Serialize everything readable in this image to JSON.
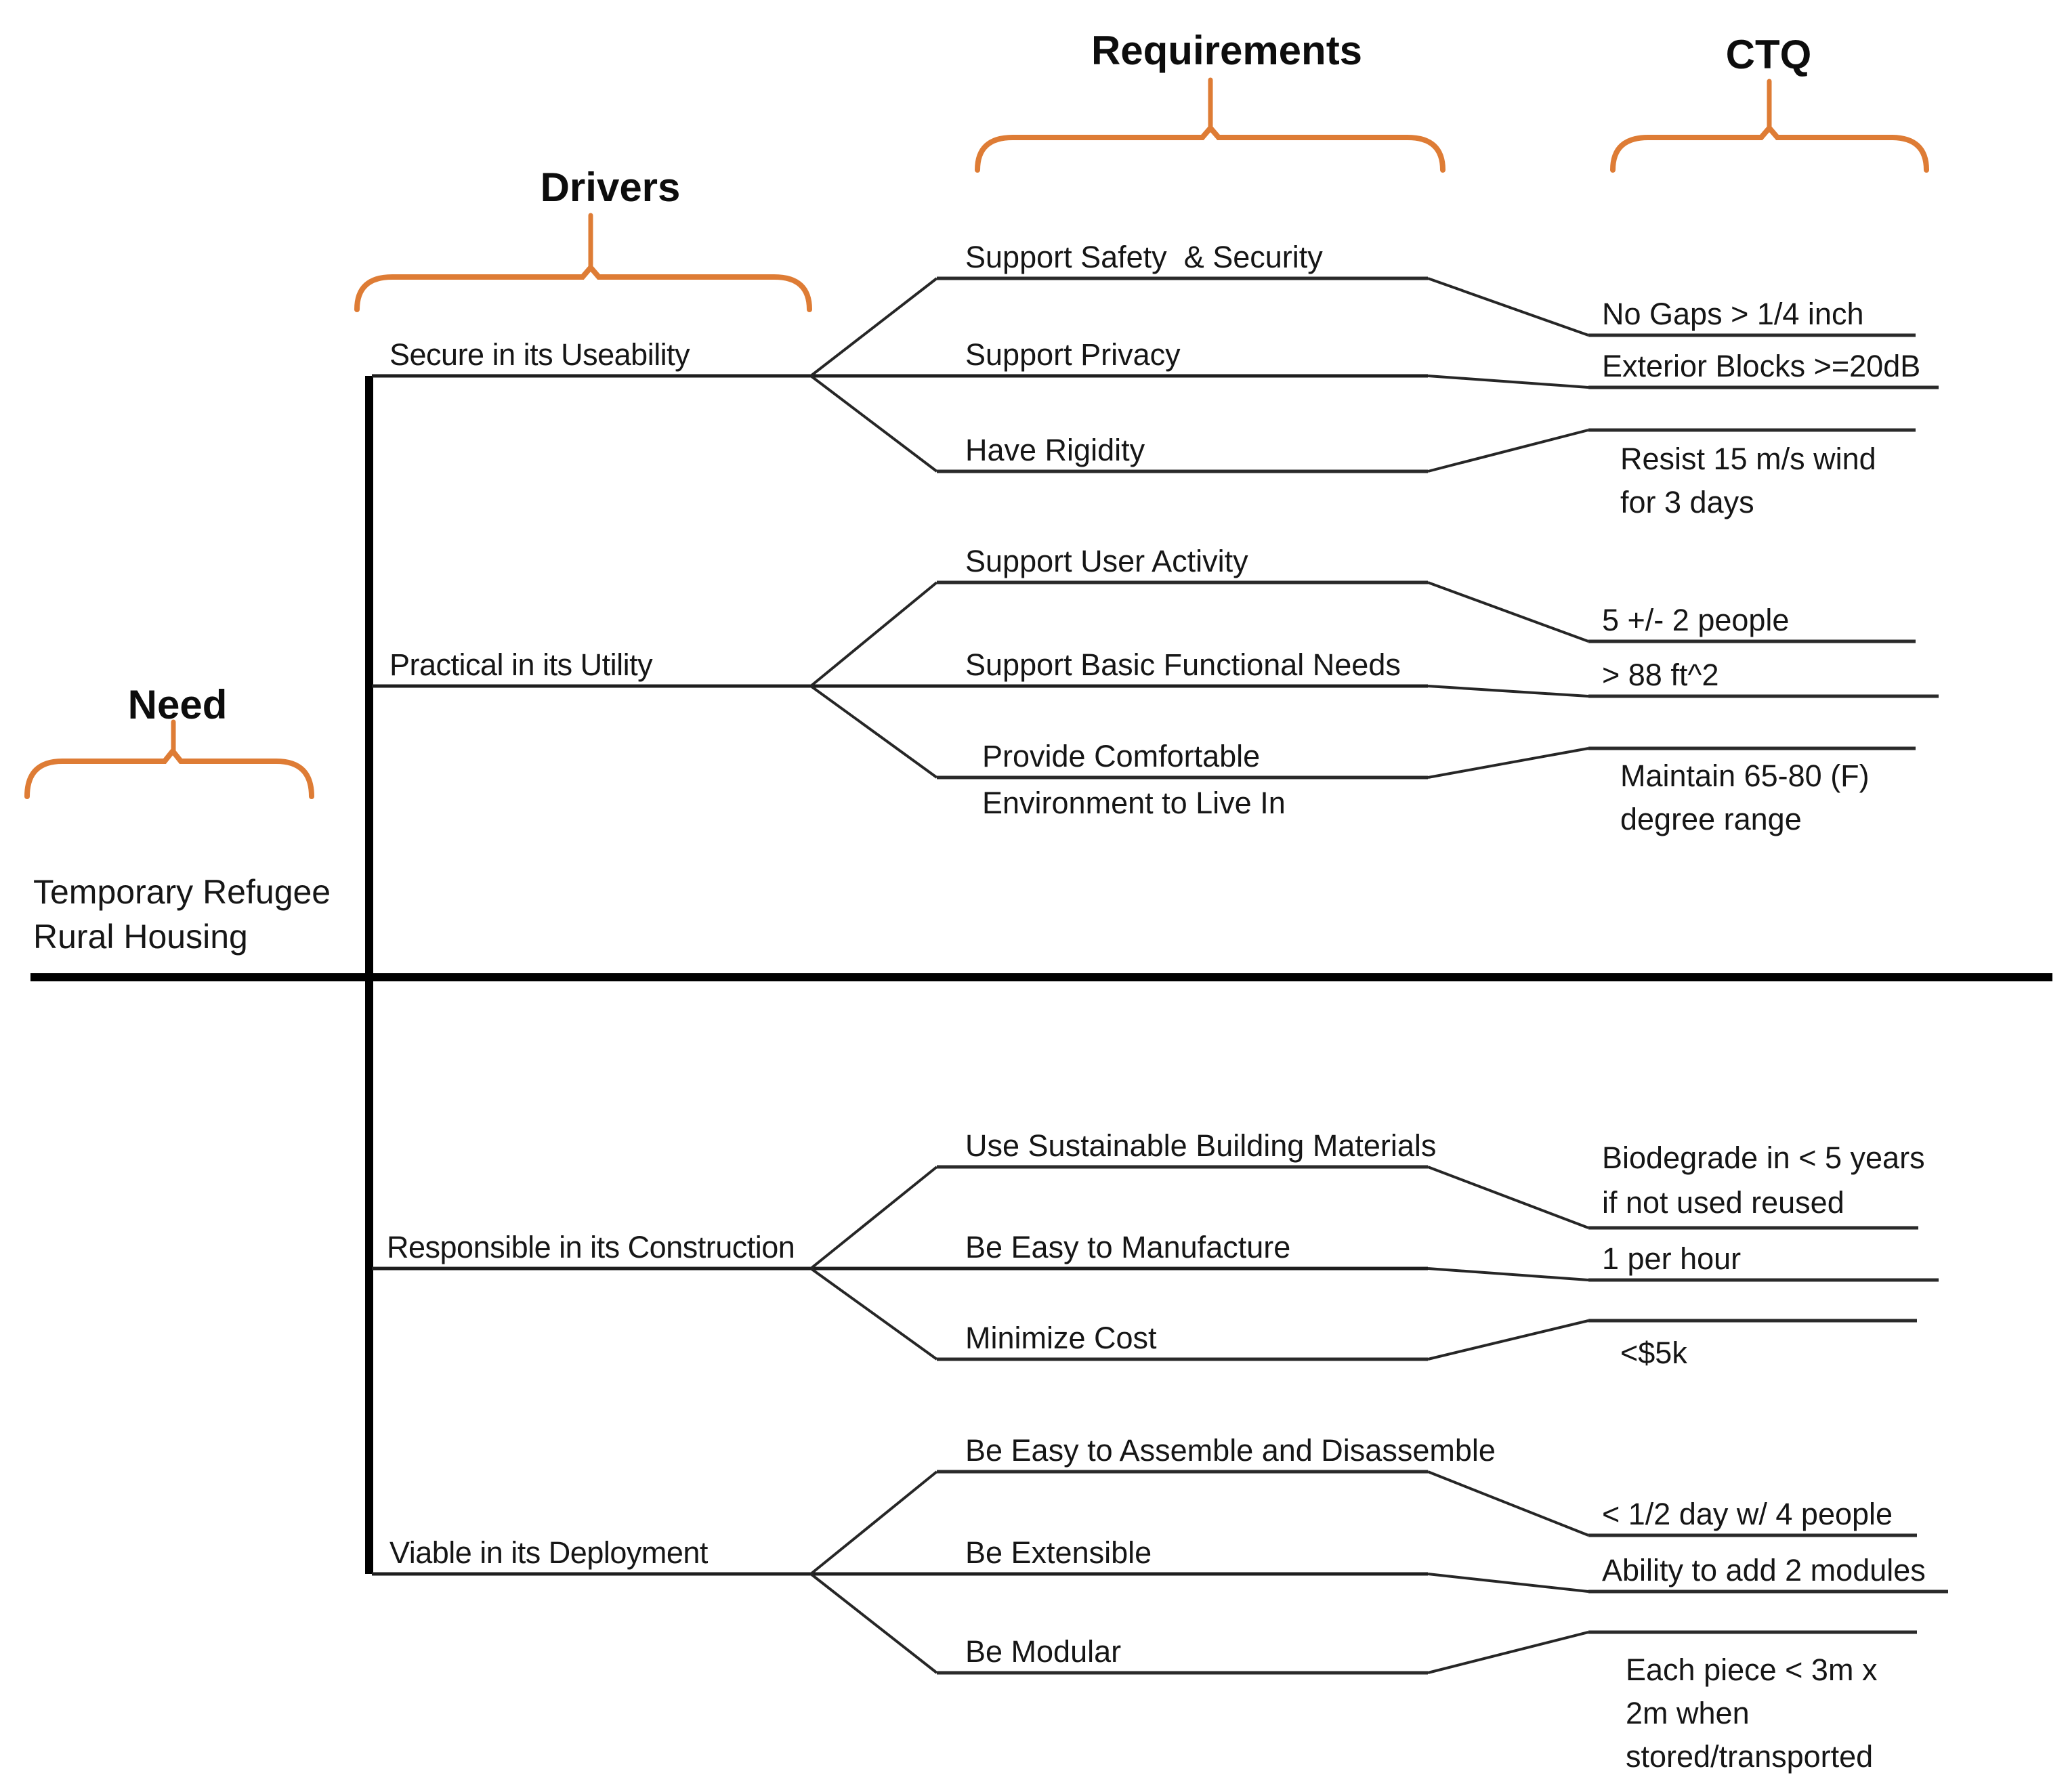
{
  "meta": {
    "diagram_type": "CTQ tree",
    "accent_color": "#de7c35",
    "line_color": "#1e1e1e"
  },
  "headers": {
    "need": "Need",
    "drivers": "Drivers",
    "requirements": "Requirements",
    "ctq": "CTQ"
  },
  "need": {
    "lines": [
      "Temporary Refugee",
      "Rural Housing"
    ]
  },
  "groups": [
    {
      "driver": "Secure in its Useability",
      "requirements": [
        {
          "label_lines": [
            "Support Safety  & Security"
          ],
          "ctq_lines": [
            "No Gaps > 1/4 inch"
          ]
        },
        {
          "label_lines": [
            "Support Privacy"
          ],
          "ctq_lines": [
            "Exterior Blocks >=20dB"
          ]
        },
        {
          "label_lines": [
            "Have Rigidity"
          ],
          "ctq_lines": [
            "Resist 15 m/s wind",
            "for 3 days"
          ]
        }
      ]
    },
    {
      "driver": "Practical in its Utility",
      "requirements": [
        {
          "label_lines": [
            "Support User Activity"
          ],
          "ctq_lines": [
            "5 +/- 2 people"
          ]
        },
        {
          "label_lines": [
            "Support Basic Functional Needs"
          ],
          "ctq_lines": [
            "> 88 ft^2"
          ]
        },
        {
          "label_lines": [
            "Provide Comfortable",
            "Environment to Live In"
          ],
          "ctq_lines": [
            "Maintain 65-80 (F)",
            "degree range"
          ]
        }
      ]
    },
    {
      "driver": "Responsible in its Construction",
      "requirements": [
        {
          "label_lines": [
            "Use Sustainable Building Materials"
          ],
          "ctq_lines": [
            "Biodegrade in < 5 years",
            "if not used reused"
          ]
        },
        {
          "label_lines": [
            "Be Easy to Manufacture"
          ],
          "ctq_lines": [
            "1 per hour"
          ]
        },
        {
          "label_lines": [
            "Minimize Cost"
          ],
          "ctq_lines": [
            "<$5k"
          ]
        }
      ]
    },
    {
      "driver": "Viable in its Deployment",
      "requirements": [
        {
          "label_lines": [
            "Be Easy to Assemble and Disassemble"
          ],
          "ctq_lines": [
            "< 1/2 day w/ 4 people"
          ]
        },
        {
          "label_lines": [
            "Be Extensible"
          ],
          "ctq_lines": [
            "Ability to add 2 modules"
          ]
        },
        {
          "label_lines": [
            "Be Modular"
          ],
          "ctq_lines": [
            "Each piece < 3m x",
            "2m when",
            "stored/transported"
          ]
        }
      ]
    }
  ]
}
